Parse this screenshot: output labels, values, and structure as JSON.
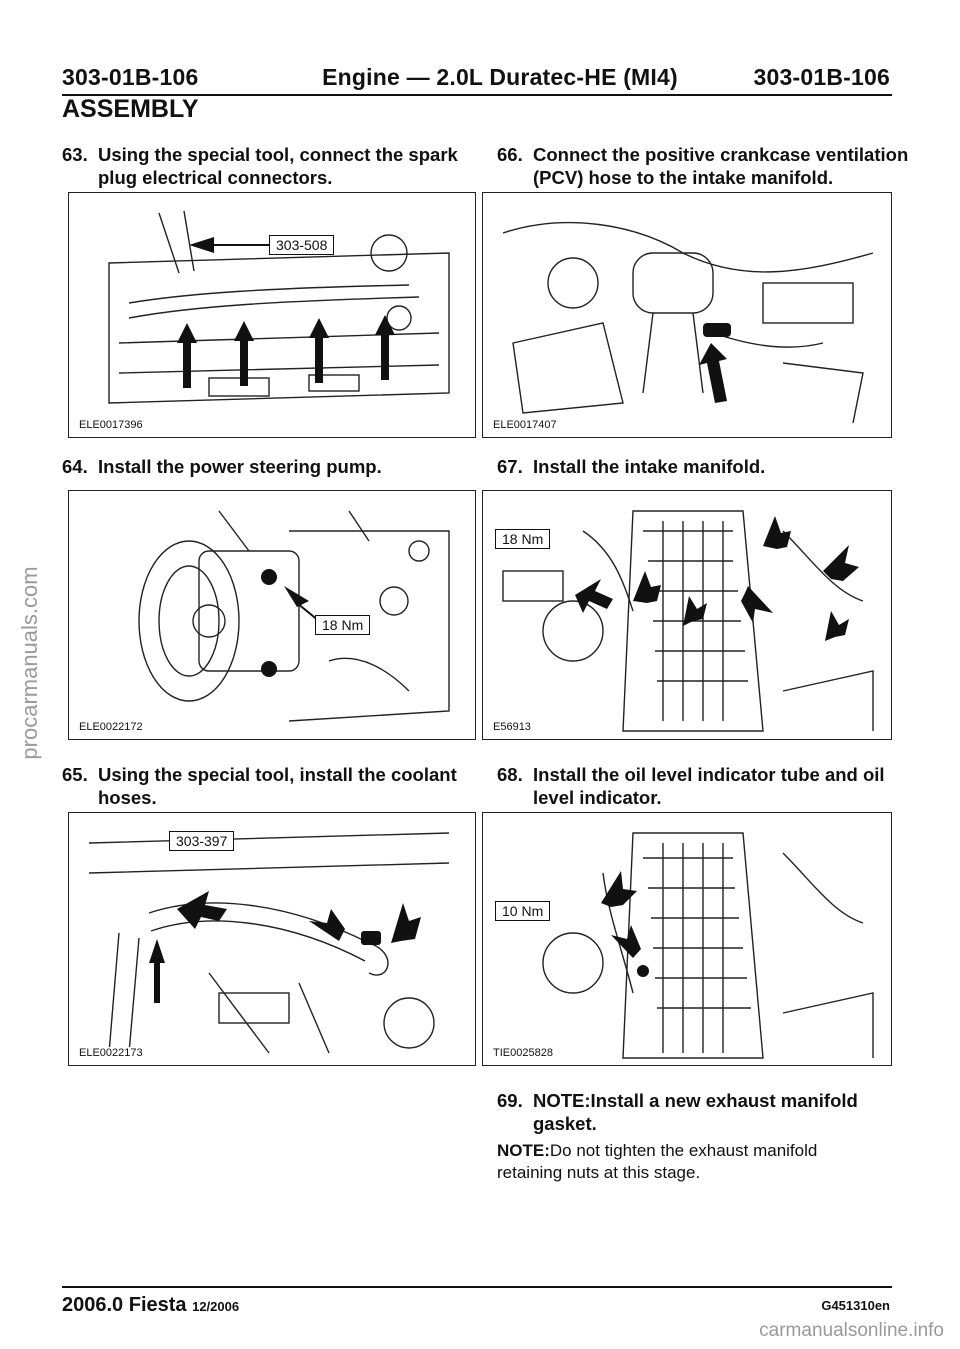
{
  "header": {
    "left": "303-01B-106",
    "center": "Engine — 2.0L Duratec-HE (MI4)",
    "right": "303-01B-106"
  },
  "section_title": "ASSEMBLY",
  "steps": [
    {
      "num": "63.",
      "line1": "Using the special tool, connect the spark",
      "line2": "plug electrical connectors.",
      "fig_id": "ELE0017396",
      "callout": "303-508"
    },
    {
      "num": "66.",
      "line1": "Connect the positive crankcase ventilation",
      "line2": "(PCV) hose to the intake manifold.",
      "fig_id": "ELE0017407"
    },
    {
      "num": "64.",
      "line1": "Install the power steering pump.",
      "line2": "",
      "fig_id": "ELE0022172",
      "callout": "18 Nm"
    },
    {
      "num": "67.",
      "line1": "Install the intake manifold.",
      "line2": "",
      "fig_id": "E56913",
      "callout": "18 Nm"
    },
    {
      "num": "65.",
      "line1": "Using the special tool, install the coolant",
      "line2": "hoses.",
      "fig_id": "ELE0022173",
      "callout": "303-397"
    },
    {
      "num": "68.",
      "line1": "Install the oil level indicator tube and oil",
      "line2": "level indicator.",
      "fig_id": "TIE0025828",
      "callout": "10 Nm"
    }
  ],
  "step69": {
    "num": "69.",
    "line1": "NOTE:Install a new exhaust manifold",
    "line2": "gasket."
  },
  "note": {
    "label": "NOTE:",
    "text1": "Do not tighten the exhaust manifold",
    "text2": "retaining nuts at this stage."
  },
  "footer": {
    "model": "2006.0 Fiesta",
    "date": "12/2006",
    "code": "G451310en"
  },
  "watermarks": {
    "side": "procarmanuals.com",
    "bottom": "carmanualsonline.info"
  }
}
